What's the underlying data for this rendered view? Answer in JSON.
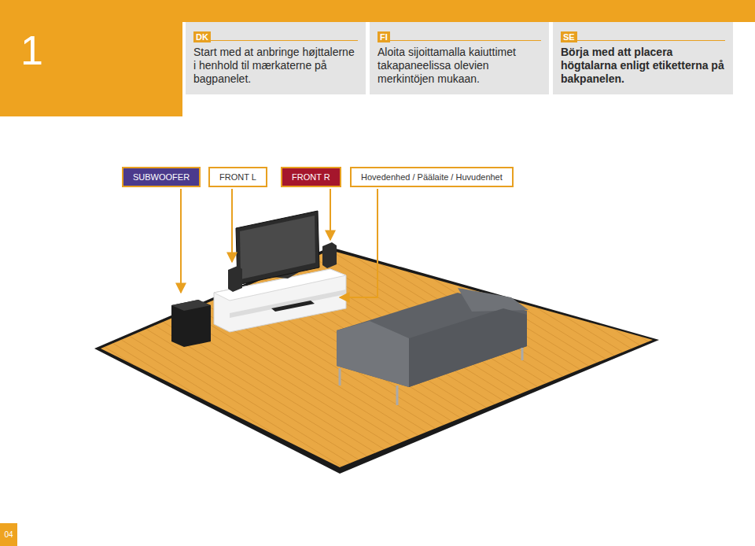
{
  "diagram": {
    "nodes": [
      {
        "text": [
          "1"
        ]
      },
      {
        "text": [
          "DK",
          "Start med at anbringe højttalerne i henhold til mærkaterne på bagpanelet."
        ]
      },
      {
        "text": [
          "FI",
          "Aloita sijoittamalla kaiuttimet takapaneelissa olevien merkintöjen mukaan."
        ]
      },
      {
        "text": [
          "SE",
          "Börja med att placera högtalarna enligt etiketterna på bakpanelen."
        ]
      },
      {
        "text": [
          "SUBWOOFER"
        ]
      },
      {
        "text": [
          "FRONT L"
        ]
      },
      {
        "text": [
          "FRONT R"
        ]
      },
      {
        "text": [
          "Hovedenhed / Päälaite / Huvudenhet"
        ]
      },
      {
        "text": [
          "04"
        ]
      }
    ]
  }
}
